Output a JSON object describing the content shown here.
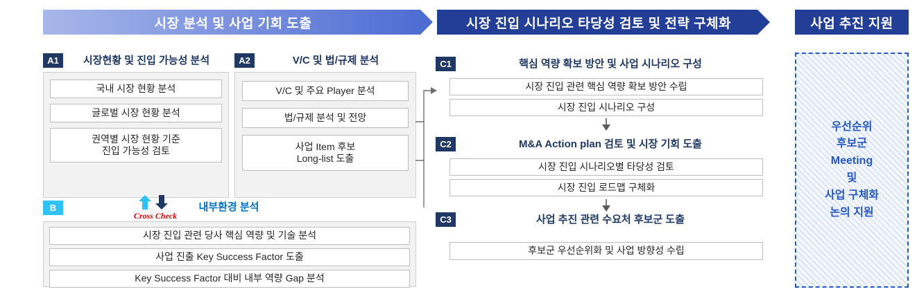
{
  "banners": {
    "phase1": "시장 분석 및 사업 기회 도출",
    "phase2": "시장 진입 시나리오 타당성 검토 및 전략 구체화",
    "phase3": "사업 추진 지원"
  },
  "a1": {
    "badge": "A1",
    "title": "시장현황 및 진입 가능성 분석",
    "items": [
      "국내 시장 현황 분석",
      "글로벌 시장 현황 분석",
      "권역별 시장 현황 기준\n진입 가능성 검토"
    ]
  },
  "a2": {
    "badge": "A2",
    "title": "V/C 및 법/규제 분석",
    "items": [
      "V/C 및 주요 Player 분석",
      "법/규제 분석 및 전망",
      "사업 Item 후보\nLong-list 도출"
    ]
  },
  "b": {
    "badge": "B",
    "title": "내부환경 분석",
    "cross_check": "Cross Check",
    "items": [
      "시장 진입 관련 당사 핵심 역량 및 기술 분석",
      "사업 진출 Key Success Factor 도출",
      "Key Success Factor 대비 내부 역량 Gap 분석"
    ]
  },
  "c1": {
    "badge": "C1",
    "title": "핵심 역량 확보 방안 및 사업 시나리오 구성",
    "items": [
      "시장 진입 관련 핵심 역량 확보 방안 수립",
      "시장 진입 시나리오 구성"
    ]
  },
  "c2": {
    "badge": "C2",
    "title": "M&A Action plan 검토 및 시장 기회 도출",
    "items": [
      "시장 진입 시나리오별 타당성 검토",
      "시장 진입 로드맵 구체화"
    ]
  },
  "c3": {
    "badge": "C3",
    "title": "사업 추진 관련 수요처 후보군 도출",
    "items": [
      "후보군 우선순위화 및 사업 방향성 수립"
    ]
  },
  "support": {
    "text": "우선순위\n후보군\nMeeting\n및\n사업 구체화\n논의 지원"
  },
  "colors": {
    "navy": "#1F3864",
    "banner_blue": "#223E96",
    "grad_start": "#A8B7E9",
    "grad_end": "#4C6BD2",
    "cyan": "#2EC3F2",
    "blue_text": "#0070C0",
    "red": "#E00000",
    "support_blue": "#2456C5"
  }
}
